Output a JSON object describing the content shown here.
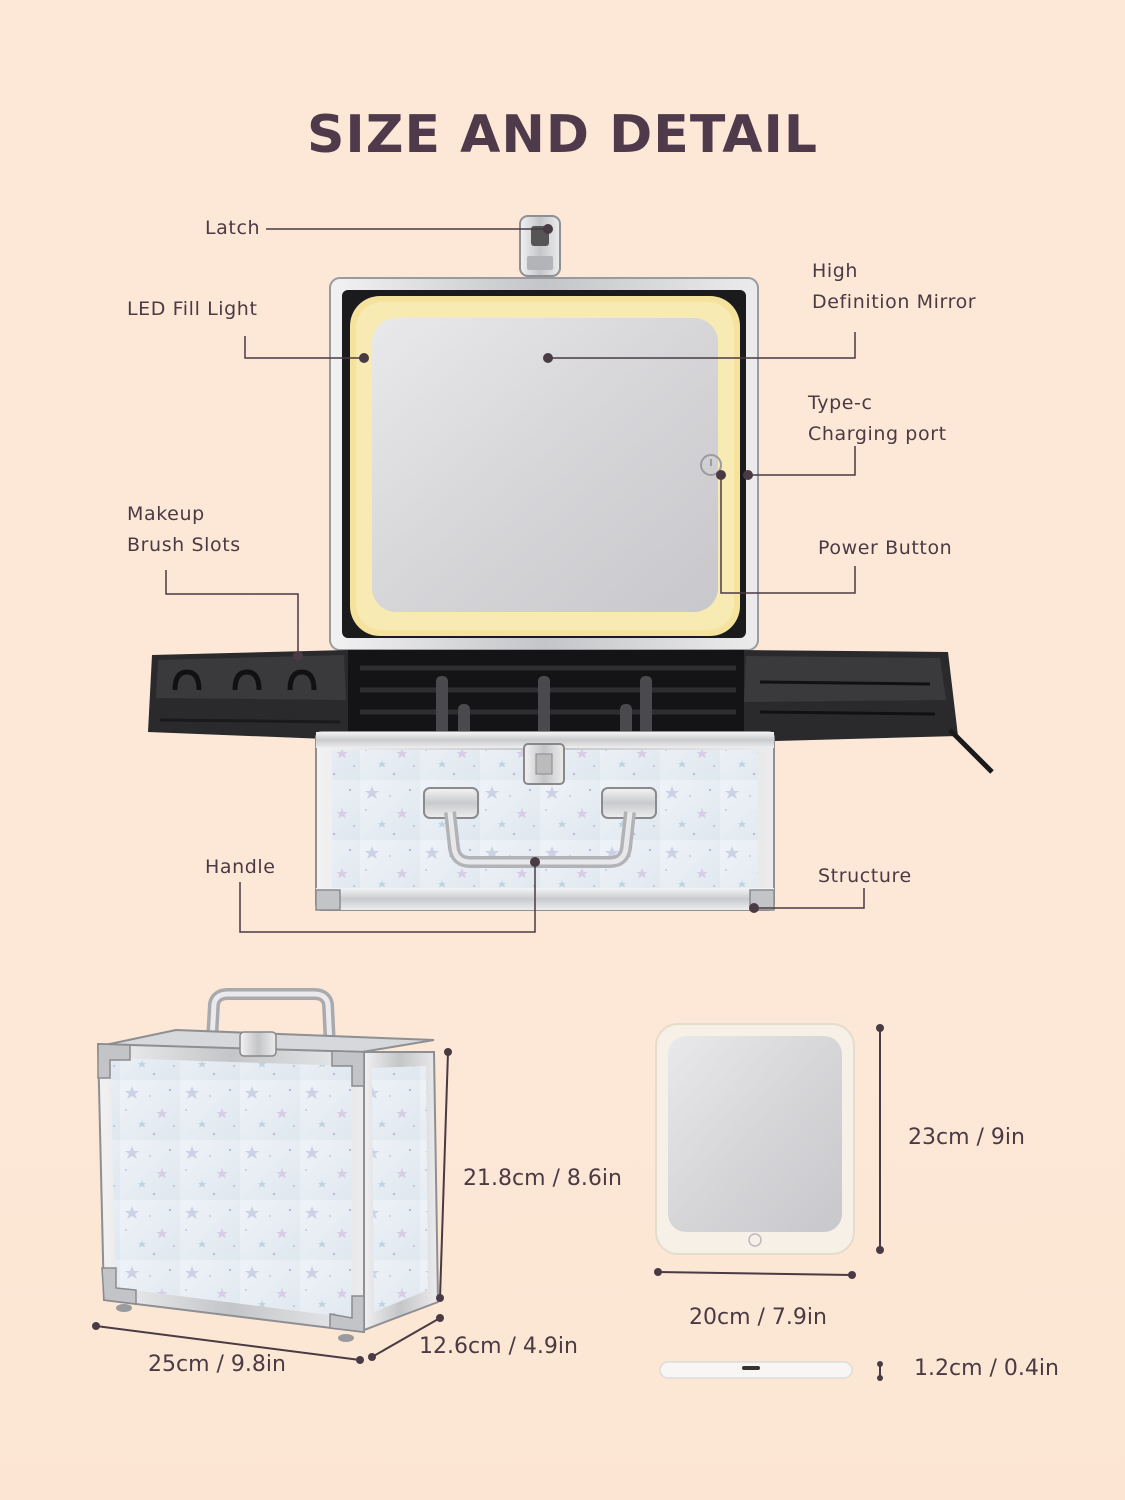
{
  "title": "SIZE AND DETAIL",
  "callouts": {
    "latch": "Latch",
    "led_fill_light": "LED Fill Light",
    "hd_mirror_line1": "High",
    "hd_mirror_line2": "Definition Mirror",
    "typec_line1": "Type-c",
    "typec_line2": "Charging port",
    "brush_slots_line1": "Makeup",
    "brush_slots_line2": "Brush Slots",
    "power_button": "Power Button",
    "handle": "Handle",
    "structure": "Structure"
  },
  "case_dimensions": {
    "height": "21.8cm / 8.6in",
    "width": "25cm / 9.8in",
    "depth": "12.6cm / 4.9in"
  },
  "mirror_dimensions": {
    "height": "23cm / 9in",
    "width": "20cm / 7.9in",
    "thickness": "1.2cm / 0.4in"
  },
  "colors": {
    "background": "#fde7d6",
    "title": "#4f3a4c",
    "leader_line": "#4a3a44",
    "led_glow": "#f7e7a6"
  }
}
